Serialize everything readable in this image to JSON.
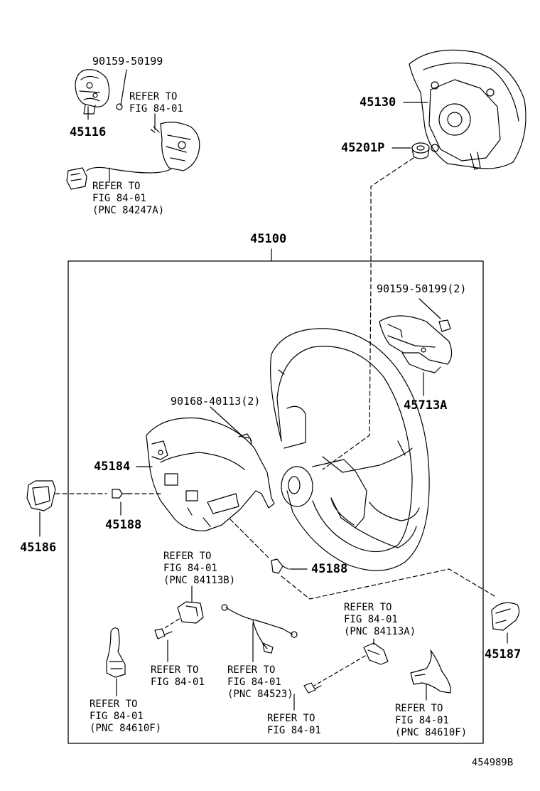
{
  "diagram": {
    "assembly_number": "45100",
    "diagram_id": "454989B",
    "parts": {
      "p90159_top": "90159-50199",
      "refer_top_1": "REFER TO",
      "refer_top_2": "FIG 84-01",
      "p45116": "45116",
      "p45116_ref_1": "REFER TO",
      "p45116_ref_2": "FIG 84-01",
      "p45116_ref_3": "(PNC 84247A)",
      "p45130": "45130",
      "p45201P": "45201P",
      "p90159_2": "90159-50199(2)",
      "p45713A": "45713A",
      "p90168": "90168-40113(2)",
      "p45184": "45184",
      "p45188_left": "45188",
      "p45186": "45186",
      "p45188_right": "45188",
      "p45187": "45187",
      "ref_84113B_1": "REFER TO",
      "ref_84113B_2": "FIG 84-01",
      "ref_84113B_3": "(PNC 84113B)",
      "ref_84113A_1": "REFER TO",
      "ref_84113A_2": "FIG 84-01",
      "ref_84113A_3": "(PNC 84113A)",
      "ref_bolt_1": "REFER TO",
      "ref_bolt_2": "FIG 84-01",
      "ref_84523_1": "REFER TO",
      "ref_84523_2": "FIG 84-01",
      "ref_84523_3": "(PNC 84523)",
      "ref_bolt2_1": "REFER TO",
      "ref_bolt2_2": "FIG 84-01",
      "ref_84610F_l_1": "REFER TO",
      "ref_84610F_l_2": "FIG 84-01",
      "ref_84610F_l_3": "(PNC 84610F)",
      "ref_84610F_r_1": "REFER TO",
      "ref_84610F_r_2": "FIG 84-01",
      "ref_84610F_r_3": "(PNC 84610F)"
    }
  }
}
